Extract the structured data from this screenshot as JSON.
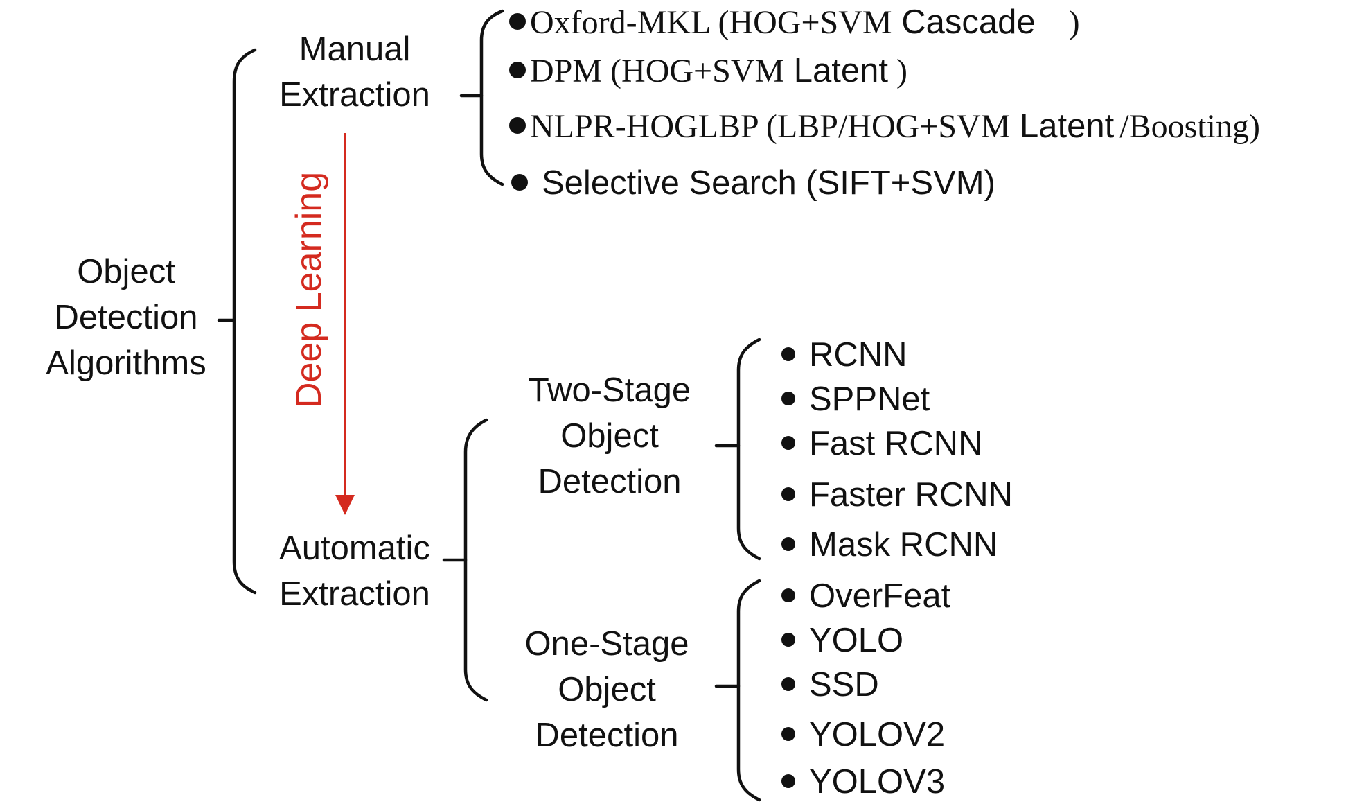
{
  "root": {
    "lines": [
      "Object",
      "Detection",
      "Algorithms"
    ]
  },
  "manual": {
    "lines": [
      "Manual",
      "Extraction"
    ],
    "items": [
      [
        "Oxford-MKL (HOG+SVM",
        "Cascade",
        ")"
      ],
      [
        "DPM (HOG+SVM",
        "Latent",
        ")"
      ],
      [
        "NLPR-HOGLBP (LBP/HOG+SVM",
        "Latent",
        "/Boosting)"
      ],
      [
        "Selective Search (SIFT+SVM)"
      ]
    ]
  },
  "transition": {
    "label": "Deep Learning",
    "color": "#d42a1f"
  },
  "automatic": {
    "lines": [
      "Automatic",
      "Extraction"
    ],
    "two_stage": {
      "lines": [
        "Two-Stage",
        "Object",
        "Detection"
      ],
      "items": [
        "RCNN",
        "SPPNet",
        "Fast RCNN",
        "Faster RCNN",
        "Mask RCNN"
      ]
    },
    "one_stage": {
      "lines": [
        "One-Stage",
        "Object",
        "Detection"
      ],
      "items": [
        "OverFeat",
        "YOLO",
        "SSD",
        "YOLOV2",
        "YOLOV3"
      ]
    }
  }
}
